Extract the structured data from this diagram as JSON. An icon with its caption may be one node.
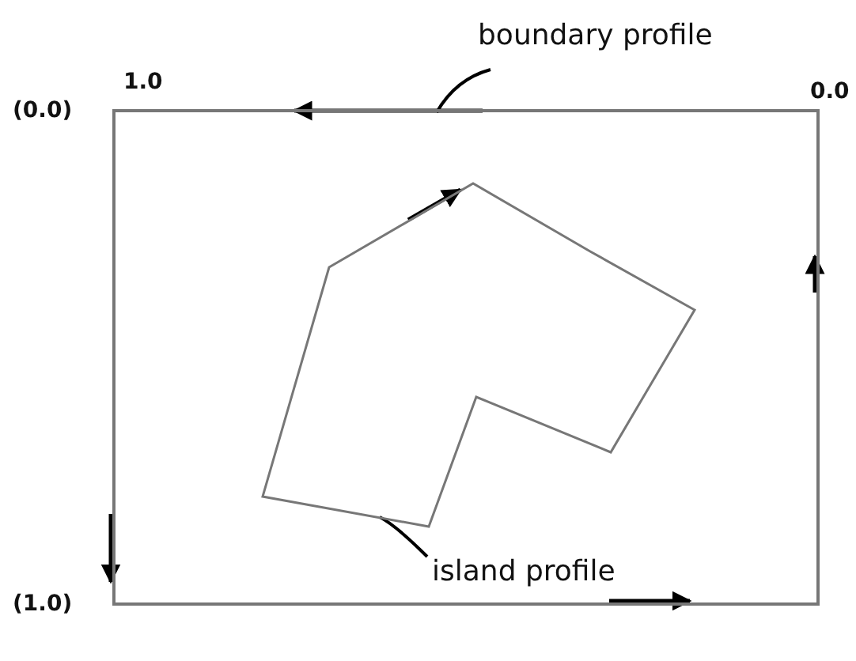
{
  "diagram": {
    "nodes": [
      {
        "text": [
          "boundary profile"
        ]
      },
      {
        "text": [],
        "shape": "box"
      },
      {
        "text": [],
        "shape": "polygon",
        "in": 1
      },
      {
        "text": [
          "island profile"
        ],
        "in": 1
      }
    ],
    "edges": [
      {
        "from": 0,
        "to": 1,
        "arrow": "none"
      },
      {
        "from": 3,
        "to": 2,
        "arrow": "none"
      }
    ],
    "labels": [
      "1.0",
      "0.0",
      "(0.0)",
      "(1.0)"
    ]
  }
}
